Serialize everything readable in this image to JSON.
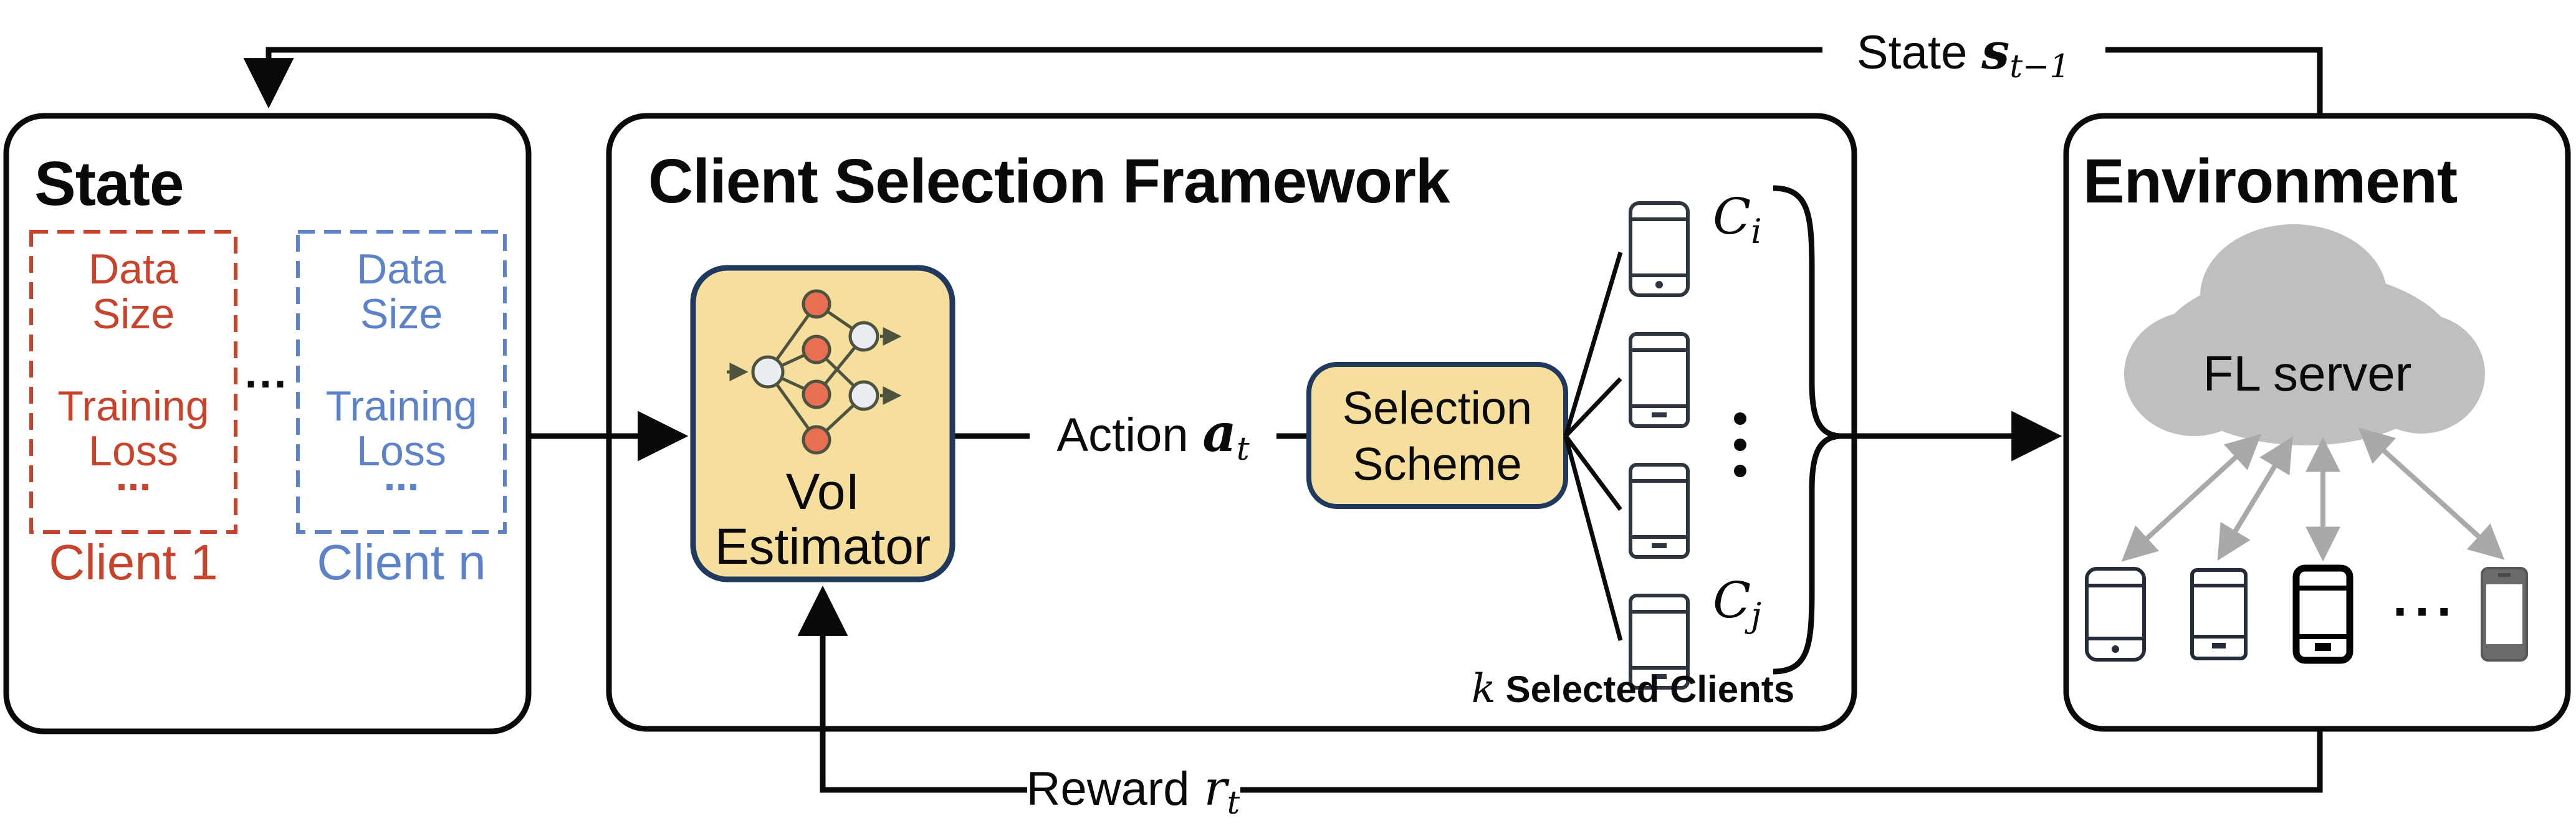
{
  "palette": {
    "line_black": "#0A0A0A",
    "accent_red": "#C8432B",
    "accent_blue": "#5C83C9",
    "panel_yellow": "#F6DE9C",
    "panel_border_navy": "#203A5F",
    "node_red": "#E96F52",
    "node_gray": "#E9EDF1",
    "cloud_gray": "#BFBFBF",
    "arrow_gray": "#A9A9A9"
  },
  "state_box": {
    "title": "State",
    "between_dots": "...",
    "client1": {
      "lines": [
        "Data",
        "Size",
        "Training",
        "Loss",
        "..."
      ],
      "label": "Client 1"
    },
    "client_n": {
      "lines": [
        "Data",
        "Size",
        "Training",
        "Loss",
        "..."
      ],
      "label": "Client n"
    }
  },
  "framework_box": {
    "title": "Client Selection Framework",
    "voi_estimator": {
      "line1": "VoI",
      "line2": "Estimator"
    },
    "action_label": {
      "prefix": "Action",
      "symbol": "a",
      "subscript": "t"
    },
    "selection_scheme": {
      "line1": "Selection",
      "line2": "Scheme"
    },
    "selected_clients": {
      "top_client": {
        "symbol": "C",
        "subscript": "i"
      },
      "bottom_client": {
        "symbol": "C",
        "subscript": "j"
      },
      "vdots": "⋮",
      "caption_symbol": "k",
      "caption_text": "Selected Clients"
    }
  },
  "environment_box": {
    "title": "Environment",
    "cloud_label": "FL server",
    "device_dots": "..."
  },
  "feedback": {
    "state_signal": {
      "prefix": "State",
      "symbol": "s",
      "subscript": "t−1"
    },
    "reward_signal": {
      "prefix": "Reward",
      "symbol": "r",
      "subscript": "t"
    }
  }
}
